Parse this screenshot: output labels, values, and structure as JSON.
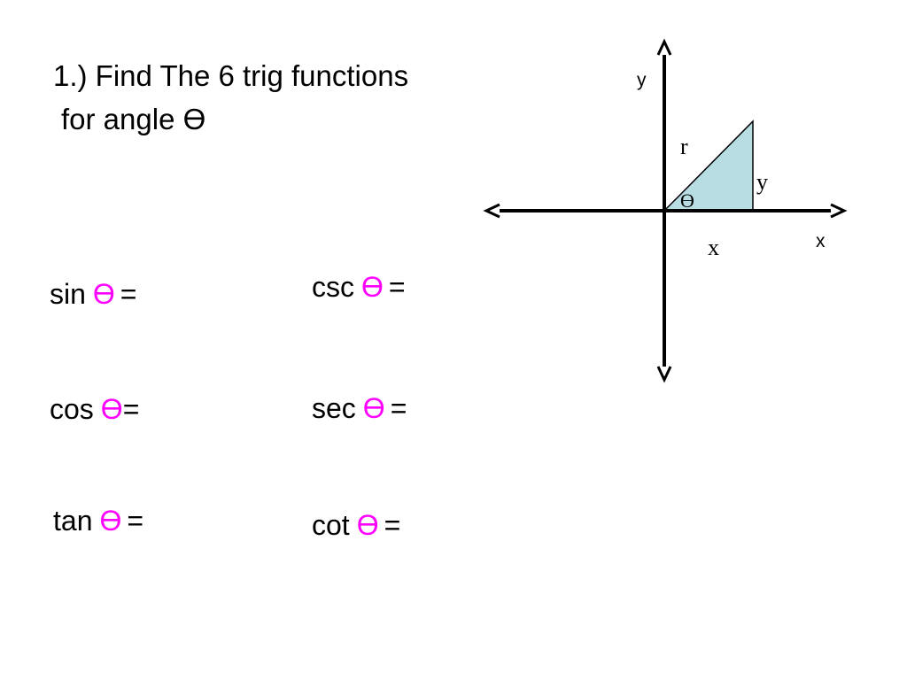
{
  "title": {
    "line1": "1.) Find The 6 trig functions",
    "line2": "for angle ϴ"
  },
  "functions": [
    {
      "name": "sin",
      "symbol": "ϴ",
      "equals": "="
    },
    {
      "name": "csc",
      "symbol": "ϴ",
      "equals": "="
    },
    {
      "name": "cos",
      "symbol": "ϴ",
      "equals": "="
    },
    {
      "name": "sec",
      "symbol": "ϴ",
      "equals": "="
    },
    {
      "name": "tan",
      "symbol": "ϴ",
      "equals": "="
    },
    {
      "name": "cot",
      "symbol": "ϴ",
      "equals": "="
    }
  ],
  "diagram": {
    "axis_x_label": "x",
    "axis_y_label": "y",
    "side_r": "r",
    "side_y": "y",
    "side_x": "x",
    "angle": "ϴ",
    "colors": {
      "triangle_fill": "#b7dde3",
      "axis": "#000000",
      "theta_highlight": "#ff00ff"
    }
  }
}
